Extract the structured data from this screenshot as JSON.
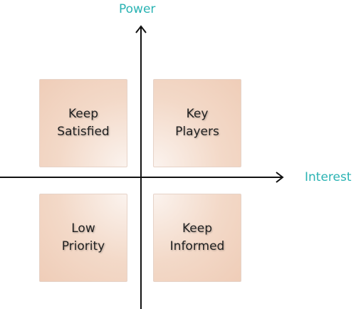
{
  "axes": {
    "y_label": "Power",
    "x_label": "Interest"
  },
  "quadrants": {
    "top_left": {
      "line1": "Keep",
      "line2": "Satisfied"
    },
    "top_right": {
      "line1": "Key",
      "line2": "Players"
    },
    "bottom_left": {
      "line1": "Low",
      "line2": "Priority"
    },
    "bottom_right": {
      "line1": "Keep",
      "line2": "Informed"
    }
  },
  "colors": {
    "axis_label": "#2ab3b3",
    "axis_line": "#111111",
    "quadrant_fill": "#f3d9c8"
  }
}
